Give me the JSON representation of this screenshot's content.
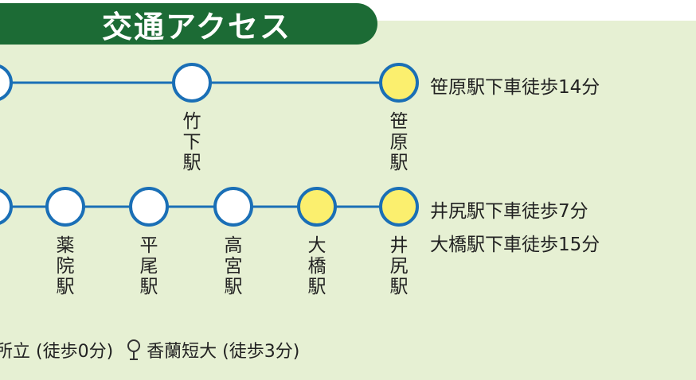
{
  "header": {
    "title": "交通アクセス"
  },
  "colors": {
    "panel_bg": "#e6f0d3",
    "header_bg": "#1c6b35",
    "line": "#1a6fb6",
    "station_default": "#ffffff",
    "station_highlight": "#fbef6e"
  },
  "lines": [
    {
      "stations": [
        {
          "name": "竹下駅",
          "highlight": false
        },
        {
          "name": "笹原駅",
          "highlight": true
        }
      ],
      "notes": [
        "笹原駅下車徒歩14分"
      ]
    },
    {
      "stations": [
        {
          "name": "薬院駅",
          "highlight": false
        },
        {
          "name": "平尾駅",
          "highlight": false
        },
        {
          "name": "高宮駅",
          "highlight": false
        },
        {
          "name": "大橋駅",
          "highlight": true
        },
        {
          "name": "井尻駅",
          "highlight": true
        }
      ],
      "notes": [
        "井尻駅下車徒歩7分",
        "大橋駅下車徒歩15分"
      ]
    }
  ],
  "footer": {
    "stop_partial": "所立 (徒歩0分)",
    "pin_icon": "bus-stop-pin-icon",
    "stop_2": "香蘭短大 (徒歩3分)"
  }
}
